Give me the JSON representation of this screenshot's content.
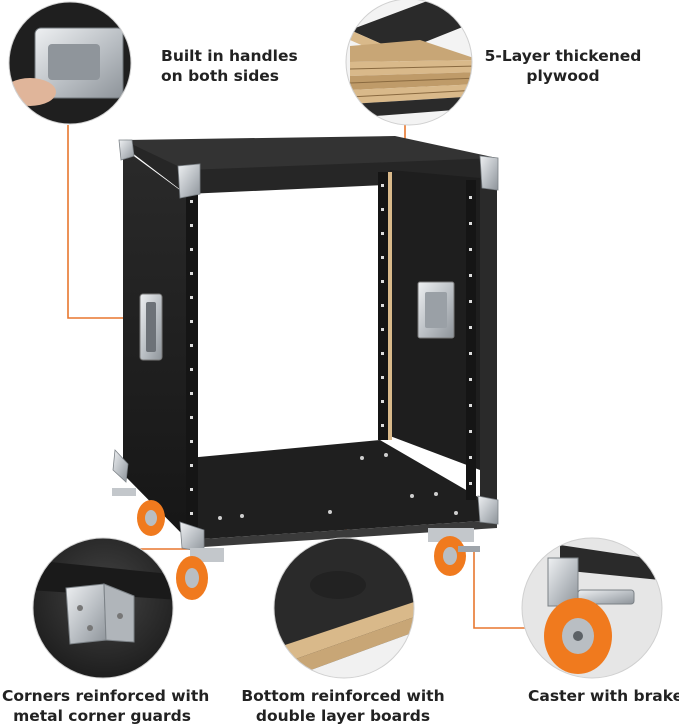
{
  "features": {
    "handles": {
      "line1": "Built in handles",
      "line2": "on both sides"
    },
    "plywood": {
      "line1": "5-Layer thickened",
      "line2": "plywood"
    },
    "corners": {
      "line1": "Corners reinforced with",
      "line2": "metal corner guards"
    },
    "bottom": {
      "line1": "Bottom reinforced with",
      "line2": "double layer boards"
    },
    "caster": {
      "line1": "Caster with brake"
    }
  },
  "colors": {
    "accent": "#E8772E",
    "case_black": "#2b2b2b",
    "metal": "#c9cdd1",
    "wheel_orange": "#F07A1E",
    "wood": "#d9b98a"
  }
}
